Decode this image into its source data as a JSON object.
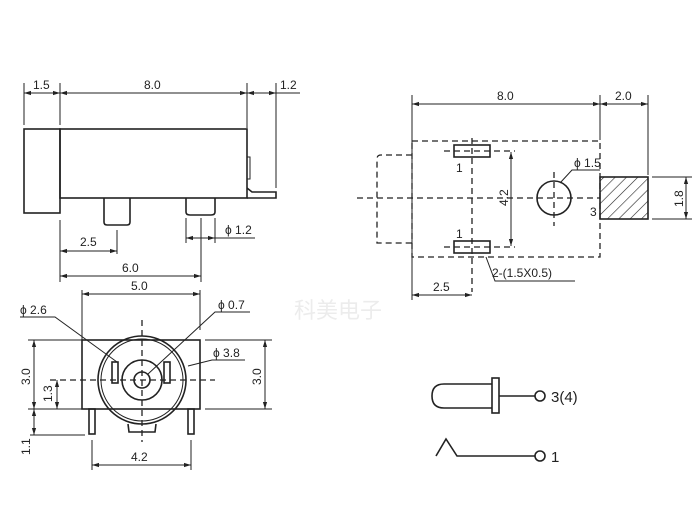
{
  "watermark": "科美电子",
  "side_view": {
    "dim_front": "1.5",
    "dim_body": "8.0",
    "dim_lead": "1.2",
    "dim_pin1": "2.5",
    "dim_pin2": "6.0",
    "dim_pin_dia": "ϕ 1.2"
  },
  "front_view": {
    "dim_width": "5.0",
    "dim_hole1": "ϕ 2.6",
    "dim_hole2": "ϕ 0.7",
    "dim_hole3": "ϕ 3.8",
    "dim_height_left": "3.0",
    "dim_center": "1.3",
    "dim_pin_len": "1.1",
    "dim_pin_span": "4.2",
    "dim_height_right": "3.0"
  },
  "footprint": {
    "dim_length": "8.0",
    "dim_tab": "2.0",
    "pad_label_top": "1",
    "pad_label_bottom": "1",
    "dim_pad_span": "4.2",
    "dim_hole": "ϕ 1.5",
    "tab_label": "3",
    "dim_tab_height": "1.8",
    "pad_note": "2-(1.5X0.5)",
    "dim_pad_offset": "2.5"
  },
  "schematic": {
    "pin_sleeve": "3(4)",
    "pin_tip": "1"
  }
}
